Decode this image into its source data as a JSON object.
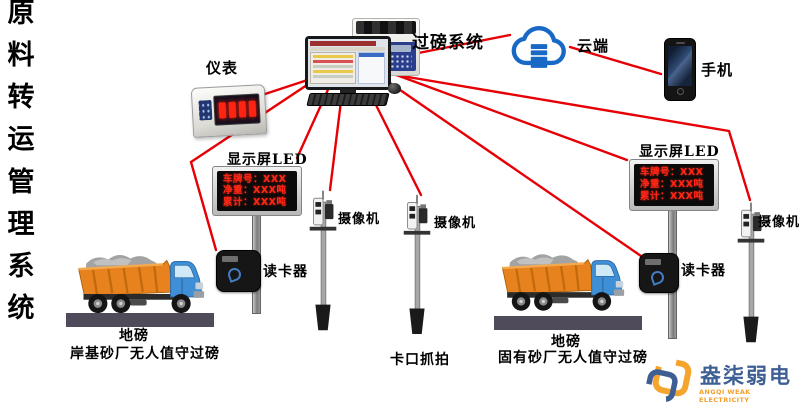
{
  "title": {
    "text": "原料转运管理系统",
    "chars": [
      "原",
      "料",
      "转",
      "运",
      "管",
      "理",
      "系",
      "统"
    ]
  },
  "hub": {
    "instrument_label": "仪表",
    "system_label": "过磅系统"
  },
  "cloud": {
    "label": "云端"
  },
  "phone": {
    "label": "手机"
  },
  "led": {
    "label": "显示屏LED",
    "lines": [
      "车牌号：XXX",
      "净重：XXX吨",
      "累计：XXX吨"
    ]
  },
  "camera": {
    "label": "摄像机"
  },
  "reader": {
    "label": "读卡器"
  },
  "weighbridge": {
    "label": "地磅"
  },
  "captions": {
    "left": "岸基砂厂无人值守过磅",
    "middle": "卡口抓拍",
    "right": "固有砂厂无人值守过磅"
  },
  "logo": {
    "name": "盎柒弱电",
    "subtitle": "ANGQI WEAK ELECTRICITY"
  },
  "colors": {
    "connector": "#e60005",
    "led_text": "#ff2616",
    "logo_blue": "#3d5f94",
    "logo_orange": "#f2a02c",
    "truck_body": "#e8821e",
    "truck_cab": "#3f8fd6",
    "platform": "#4f4b5a",
    "cloud_blue": "#1868c5"
  }
}
